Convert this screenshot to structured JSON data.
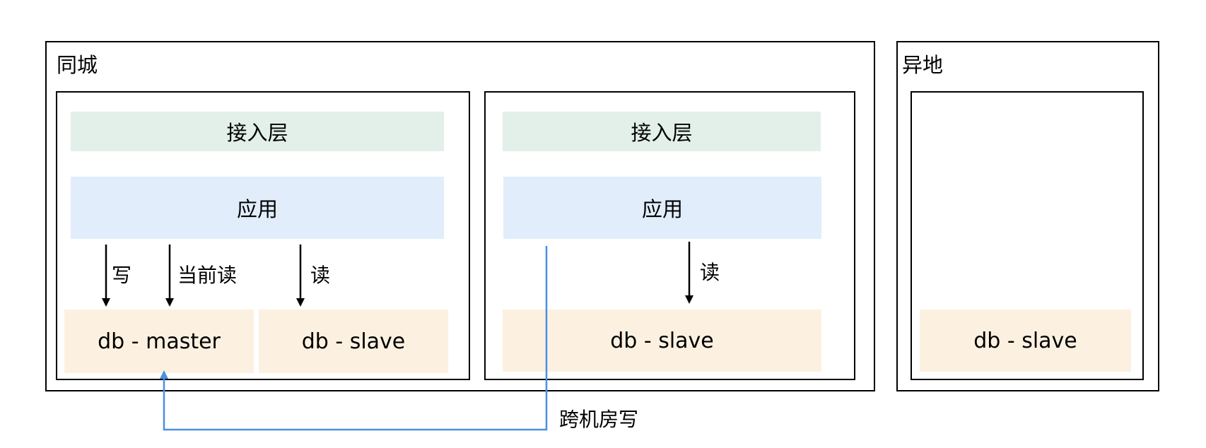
{
  "regions": {
    "same_city": {
      "label": "同城"
    },
    "remote": {
      "label": "异地"
    }
  },
  "dc1": {
    "access_layer": "接入层",
    "app": "应用",
    "db_master": "db - master",
    "db_slave": "db - slave",
    "edges": {
      "write": "写",
      "current_read": "当前读",
      "read": "读"
    }
  },
  "dc2": {
    "access_layer": "接入层",
    "app": "应用",
    "db_slave": "db - slave",
    "edges": {
      "read": "读"
    }
  },
  "dc3": {
    "db_slave": "db - slave"
  },
  "cross_dc": {
    "label": "跨机房写",
    "color": "#4a90e2"
  }
}
